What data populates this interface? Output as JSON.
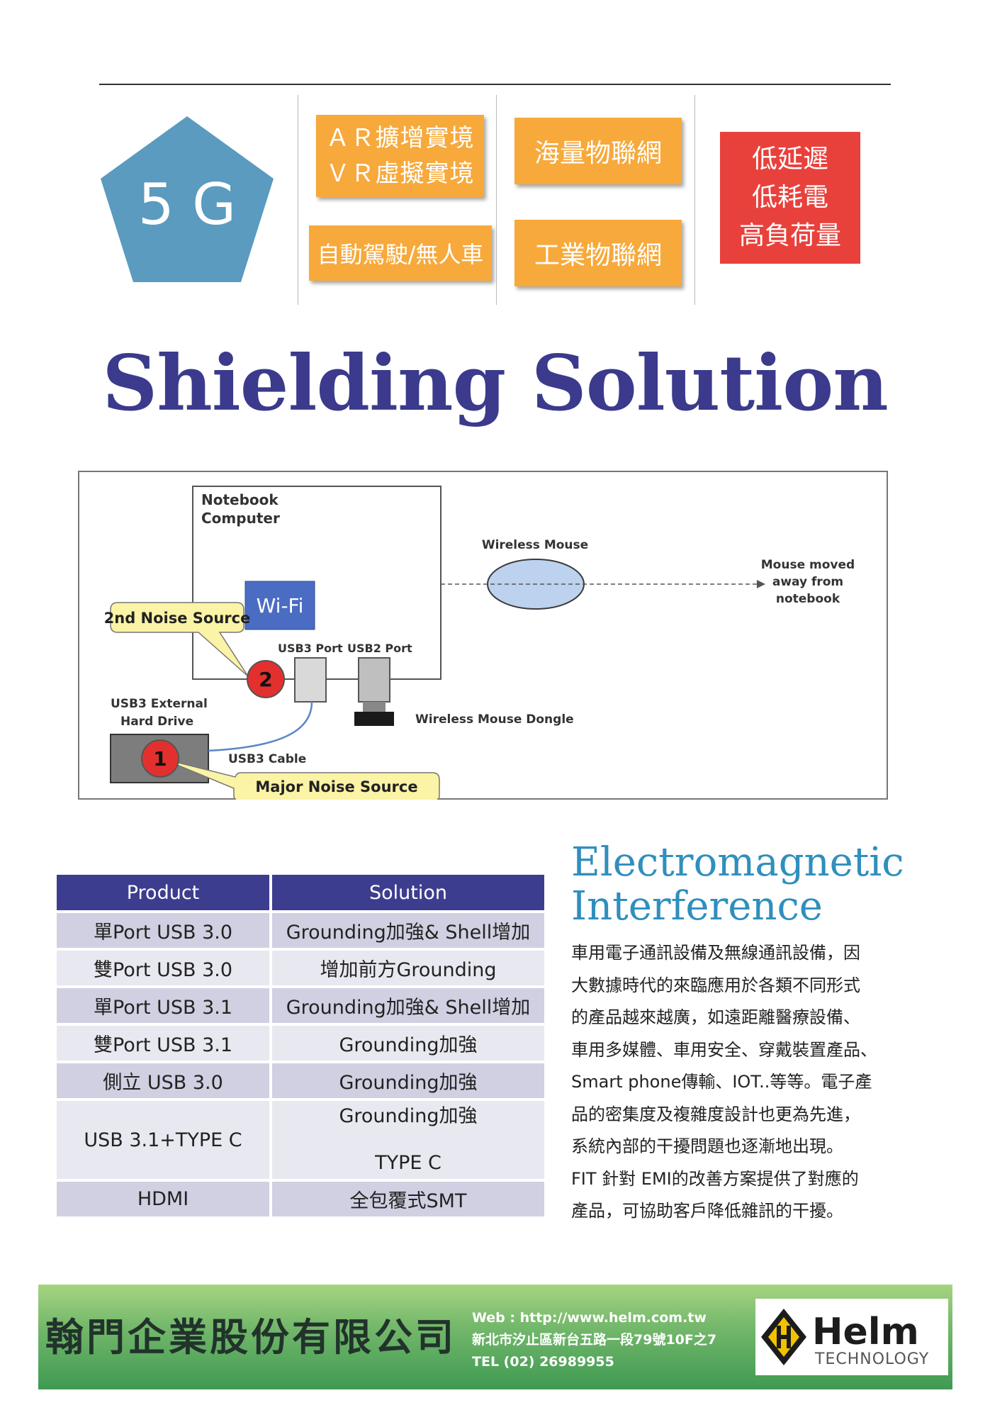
{
  "header": {
    "badge": "5 G",
    "features": {
      "arvr_lines": [
        "ＡＲ擴增實境",
        "ＶＲ虛擬實境"
      ],
      "autonomous": "自動駕駛/無人車",
      "massive_iot": "海量物聯網",
      "industrial_iot": "工業物聯網",
      "traits": [
        "低延遲",
        "低耗電",
        "高負荷量"
      ]
    },
    "colors": {
      "pentagon": "#5a9bbf",
      "feature_box": "#f7a93b",
      "trait_box": "#e8413c"
    }
  },
  "title": "Shielding Solution",
  "diagram": {
    "notebook_label": [
      "Notebook",
      "Computer"
    ],
    "wifi_label": "Wi-Fi",
    "usb3_port": "USB3 Port",
    "usb2_port": "USB2 Port",
    "wireless_mouse": "Wireless Mouse",
    "mouse_moved": [
      "Mouse moved",
      "away from",
      "notebook"
    ],
    "hard_drive": [
      "USB3 External",
      "Hard Drive"
    ],
    "usb3_cable": "USB3 Cable",
    "dongle": "Wireless Mouse Dongle",
    "noise_2": "2nd Noise Source",
    "noise_major": "Major Noise Source",
    "marker_1": "1",
    "marker_2": "2"
  },
  "table": {
    "headers": [
      "Product",
      "Solution"
    ],
    "rows": [
      {
        "product": "單Port USB 3.0",
        "solution": "Grounding加強& Shell增加"
      },
      {
        "product": "雙Port USB 3.0",
        "solution": "增加前方Grounding"
      },
      {
        "product": "單Port USB 3.1",
        "solution": "Grounding加強& Shell增加"
      },
      {
        "product": "雙Port USB 3.1",
        "solution": "Grounding加強"
      },
      {
        "product": "側立 USB 3.0",
        "solution": "Grounding加強"
      },
      {
        "product": "USB 3.1+TYPE C",
        "solution_lines": [
          "Grounding加強",
          "TYPE C"
        ]
      },
      {
        "product": "HDMI",
        "solution": "全包覆式SMT"
      }
    ]
  },
  "emi": {
    "heading_lines": [
      "Electromagnetic",
      "Interference"
    ],
    "body_lines": [
      "車用電子通訊設備及無線通訊設備，因",
      "大數據時代的來臨應用於各類不同形式",
      "的產品越來越廣，如遠距離醫療設備、",
      "車用多媒體、車用安全、穿戴裝置產品、",
      "Smart phone傳輸、IOT..等等。電子產",
      "品的密集度及複雜度設計也更為先進，",
      "系統內部的干擾問題也逐漸地出現。",
      "FIT 針對 EMI的改善方案提供了對應的",
      "產品，可協助客戶降低雜訊的干擾。"
    ]
  },
  "footer": {
    "company": "翰門企業股份有限公司",
    "web": "Web : http://www.helm.com.tw",
    "address": "新北市汐止區新台五路一段79號10F之7",
    "tel": "TEL (02) 26989955",
    "logo_text": "Helm",
    "logo_sub": "TECHNOLOGY"
  }
}
